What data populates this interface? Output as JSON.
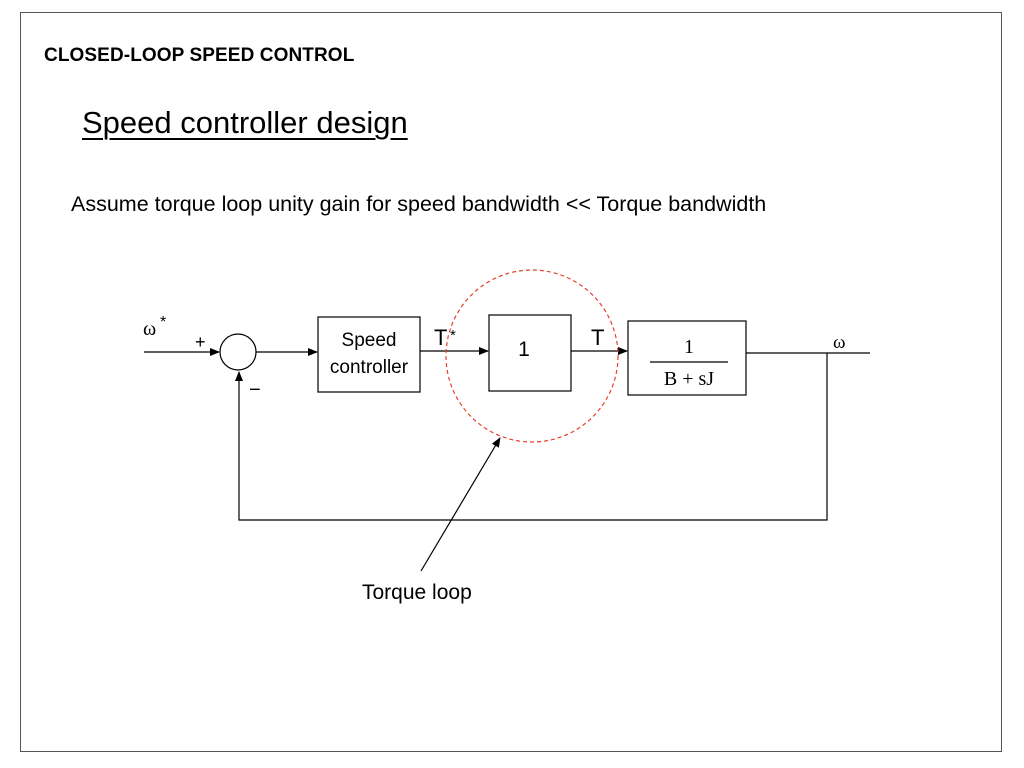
{
  "header": {
    "section_title": "CLOSED-LOOP SPEED CONTROL",
    "slide_title": "Speed controller design",
    "assumption": "Assume torque loop unity gain for speed bandwidth << Torque bandwidth"
  },
  "diagram": {
    "input_label": "ω",
    "input_superscript": "*",
    "plus_sign": "+",
    "minus_sign": "−",
    "speed_controller_line1": "Speed",
    "speed_controller_line2": "controller",
    "torque_ref_label": "T",
    "torque_ref_superscript": "*",
    "torque_block_gain": "1",
    "torque_label": "T",
    "plant_numerator": "1",
    "plant_denominator": "B + sJ",
    "output_label": "ω",
    "torque_loop_label": "Torque loop"
  }
}
